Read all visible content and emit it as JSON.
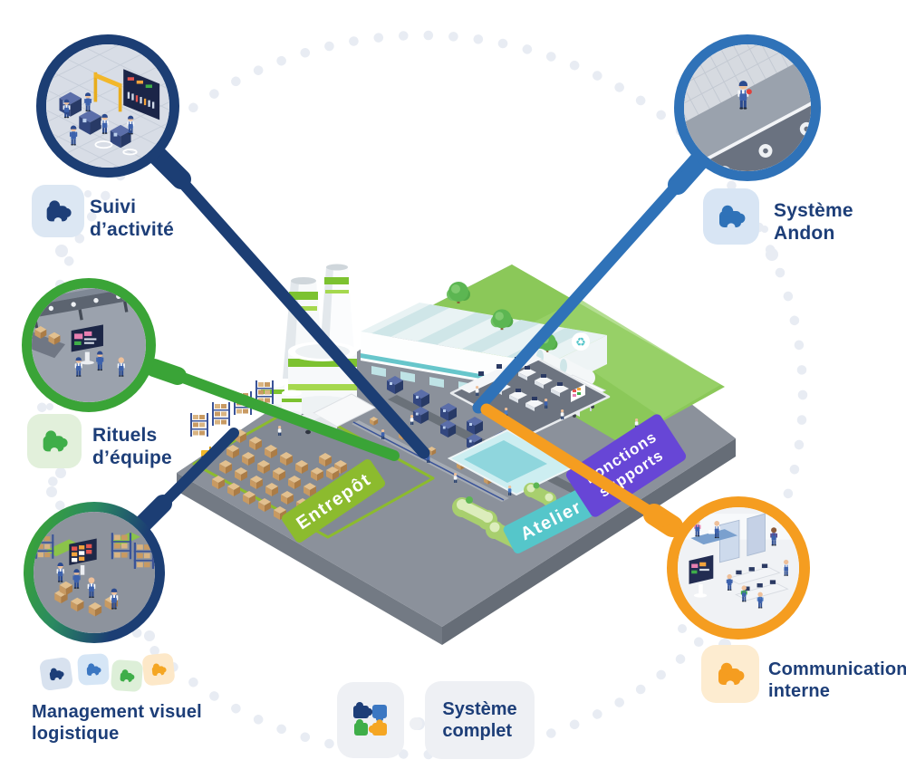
{
  "callouts": {
    "suivi_activite": {
      "line1": "Suivi",
      "line2": "d’activité",
      "icon": "puzzle-piece",
      "icon_color": "#1d3e78",
      "icon_bg": "#dce7f3"
    },
    "rituels_equipe": {
      "line1": "Rituels",
      "line2": "d’équipe",
      "icon": "puzzle-piece",
      "icon_color": "#3fae49",
      "icon_bg": "#e2f0db"
    },
    "management_visuel": {
      "line1": "Management visuel",
      "line2": "logistique",
      "icon": "puzzle-piece-row",
      "icon_colors": [
        "#1d3e78",
        "#3b77c2",
        "#3fae49",
        "#f5a623"
      ]
    },
    "systeme_andon": {
      "line1": "Système",
      "line2": "Andon",
      "icon": "puzzle-piece",
      "icon_color": "#2f72b8",
      "icon_bg": "#d8e5f4"
    },
    "communication_interne": {
      "line1": "Communication",
      "line2": "interne",
      "icon": "puzzle-piece",
      "icon_color": "#f59d20",
      "icon_bg": "#fdecd0"
    },
    "systeme_complet": {
      "line1": "Système",
      "line2": "complet",
      "icon": "puzzle-four-pieces",
      "icon_bg": "#eef0f4"
    }
  },
  "factory_zones": {
    "entrepot": "Entrepôt",
    "atelier": "Atelier",
    "fonctions_line1": "Fonctions",
    "fonctions_line2": "supports"
  },
  "icons": {
    "recycle": "♻"
  },
  "colors": {
    "navy": "#1c3e74",
    "blue": "#2f72b8",
    "green": "#3aa437",
    "orange": "#f59d20",
    "purple": "#6746d6",
    "teal": "#55c6ca",
    "zone_green": "#8cbb2e",
    "text_navy": "#1d3e78",
    "dots": "#e8ecf3",
    "icon_bg_blue": "#dce7f3",
    "icon_bg_green": "#e2f0db",
    "icon_bg_orange": "#fdecd0",
    "icon_bg_gray": "#eef0f4"
  }
}
